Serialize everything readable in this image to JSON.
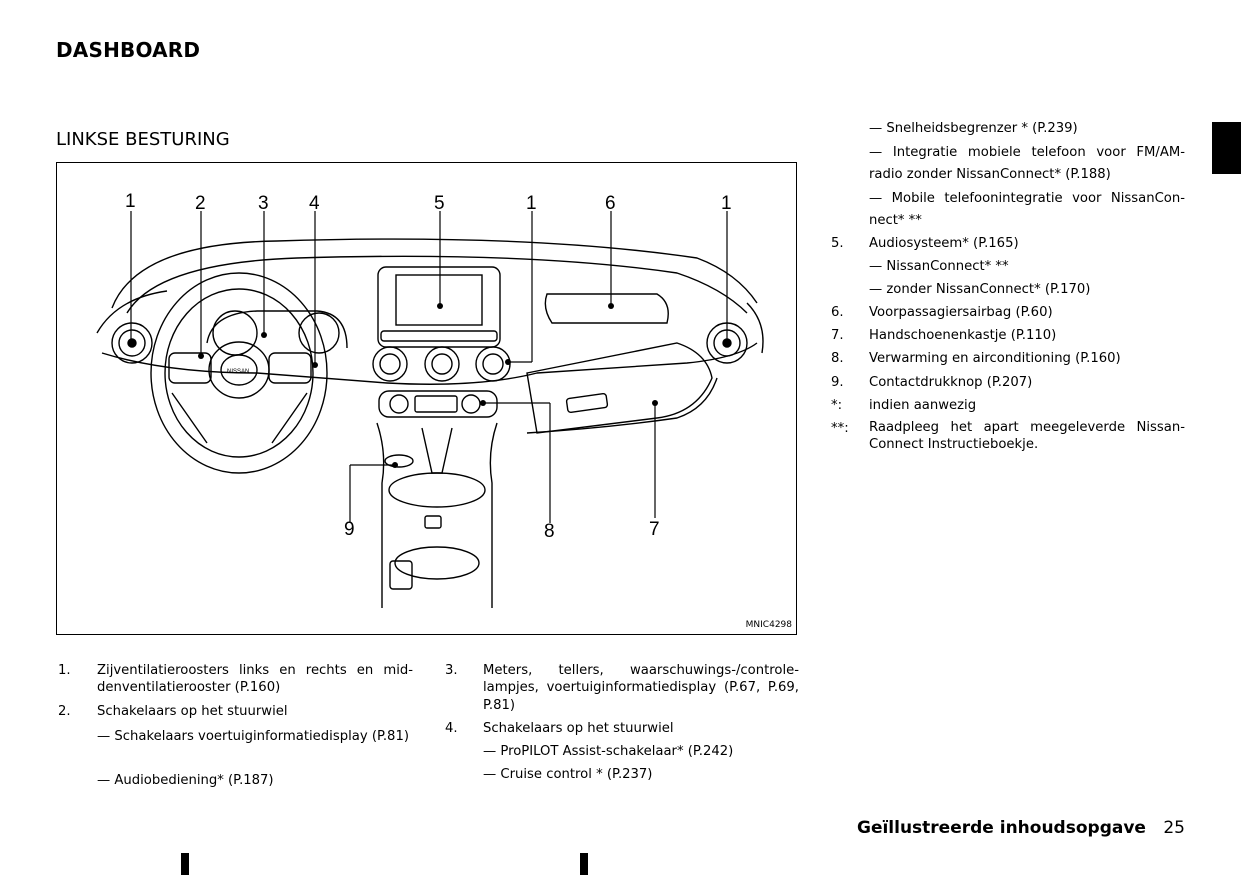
{
  "page": {
    "title": "DASHBOARD",
    "subtitle": "LINKSE BESTURING",
    "figure_code": "MNIC4298",
    "logo_text": "NISSAN",
    "callouts": [
      "1",
      "2",
      "3",
      "4",
      "5",
      "1",
      "6",
      "1",
      "9",
      "8",
      "7"
    ]
  },
  "left_list": [
    {
      "num": "1.",
      "lines": [
        "Zijventilatieroosters links en rechts en mid-denventilatierooster (P.160)"
      ]
    },
    {
      "num": "2.",
      "lines": [
        "Schakelaars op het stuurwiel"
      ]
    },
    {
      "num": "",
      "lines": [
        "— Schakelaars voertuiginformatiedisplay (P.81)"
      ]
    },
    {
      "num": "",
      "lines": [
        "— Audiobediening* (P.187)"
      ]
    }
  ],
  "mid_list": [
    {
      "num": "3.",
      "lines": [
        "Meters, tellers, waarschuwings-/controle-lampjes, voertuiginformatiedisplay (P.67, P.69, P.81)"
      ]
    },
    {
      "num": "4.",
      "lines": [
        "Schakelaars op het stuurwiel"
      ]
    },
    {
      "num": "",
      "lines": [
        "— ProPILOT Assist-schakelaar* (P.242)"
      ]
    },
    {
      "num": "",
      "lines": [
        "— Cruise control * (P.237)"
      ]
    }
  ],
  "right_list": [
    {
      "num": "",
      "text": "— Snelheidsbegrenzer * (P.239)"
    },
    {
      "num": "",
      "text": "— Integratie mobiele telefoon voor FM/AM-radio zonder NissanConnect* (P.188)"
    },
    {
      "num": "",
      "text": "— Mobile telefoonintegratie voor NissanCon-nect* **"
    },
    {
      "num": "5.",
      "text": "Audiosysteem* (P.165)"
    },
    {
      "num": "",
      "text": "— NissanConnect* **"
    },
    {
      "num": "",
      "text": "— zonder NissanConnect* (P.170)"
    },
    {
      "num": "6.",
      "text": "Voorpassagiersairbag (P.60)"
    },
    {
      "num": "7.",
      "text": "Handschoenenkastje (P.110)"
    },
    {
      "num": "8.",
      "text": "Verwarming en airconditioning (P.160)"
    },
    {
      "num": "9.",
      "text": "Contactdrukknop (P.207)"
    },
    {
      "num": "*:",
      "text": "indien aanwezig"
    },
    {
      "num": "**:",
      "text": "Raadpleeg het apart meegeleverde Nissan-Connect Instructieboekje."
    }
  ],
  "footer": {
    "text": "Geïllustreerde inhoudsopgave",
    "page_number": "25"
  }
}
